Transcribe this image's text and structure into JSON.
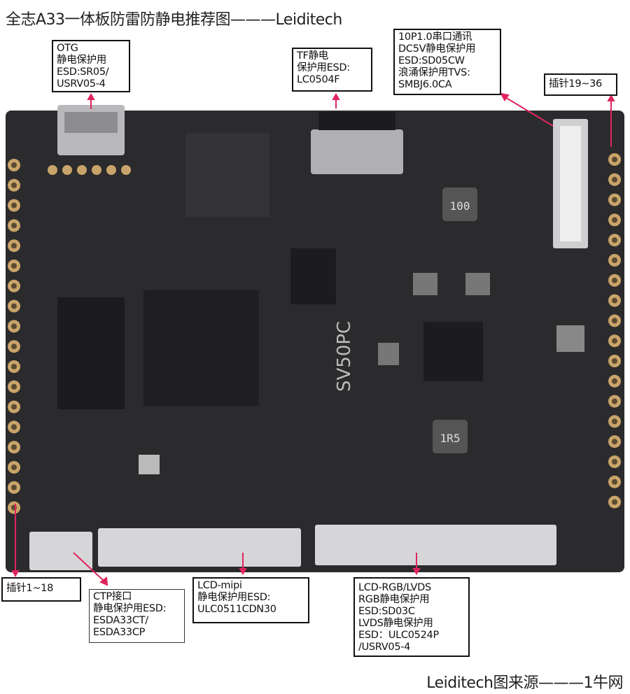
{
  "title": "全志A33一体板防雷防静电推荐图———Leiditech",
  "footer": "Leiditech图来源———1牛网",
  "colors": {
    "board": "#2b2b2d",
    "pad": "#c9a46a",
    "arrow": "#e0245e",
    "chip": "#1c1c1e"
  },
  "board_markings": {
    "silk": "SV50PC",
    "inductor1": "100",
    "inductor2": "1R5"
  },
  "callouts": {
    "otg": [
      "OTG",
      "静电保护用",
      "ESD:SR05/",
      "USRV05-4"
    ],
    "tf": [
      "TF静电",
      "保护用ESD:",
      "LC0504F"
    ],
    "serial": [
      "10P1.0串口通讯",
      "DC5V静电保护用",
      "ESD:SD05CW",
      "浪涌保护用TVS:",
      "SMBJ6.0CA"
    ],
    "pins_right": [
      "插针19~36"
    ],
    "pins_left": [
      "插针1~18"
    ],
    "ctp": [
      "CTP接口",
      "静电保护用ESD:",
      "ESDA33CT/",
      "ESDA33CP"
    ],
    "mipi": [
      "LCD-mipi",
      "静电保护用ESD:",
      "ULC0511CDN30"
    ],
    "rgb": [
      "LCD-RGB/LVDS",
      "RGB静电保护用",
      "ESD:SD03C",
      "LVDS静电保护用",
      "ESD：ULC0524P",
      "/USRV05-4"
    ]
  }
}
